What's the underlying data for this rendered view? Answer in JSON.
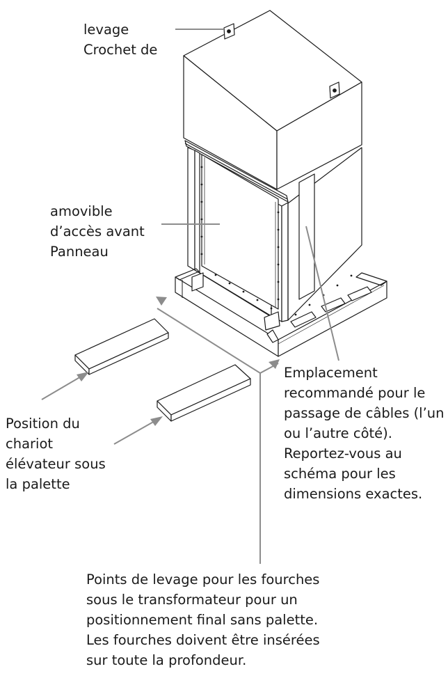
{
  "labels": {
    "lifting_hook": [
      "levage",
      "Crochet de"
    ],
    "access_panel": [
      "amovible",
      "d’accès avant",
      "Panneau"
    ],
    "cable_location": [
      "Emplacement",
      "recommandé pour le",
      "passage de câbles (l’un",
      "ou l’autre côté).",
      "Reportez-vous au",
      "schéma pour les",
      "dimensions exactes."
    ],
    "forklift_position": [
      "Position du",
      "chariot",
      "élévateur sous",
      "la palette"
    ],
    "fork_points": [
      "Points de levage pour les fourches",
      "sous le transformateur pour un",
      "positionnement final sans palette.",
      "Les fourches doivent être insérées",
      "sur toute la profondeur."
    ]
  },
  "colors": {
    "outline": "#1a1a1a",
    "leader_line": "#8c8c8c",
    "text": "#1a1a1a"
  }
}
